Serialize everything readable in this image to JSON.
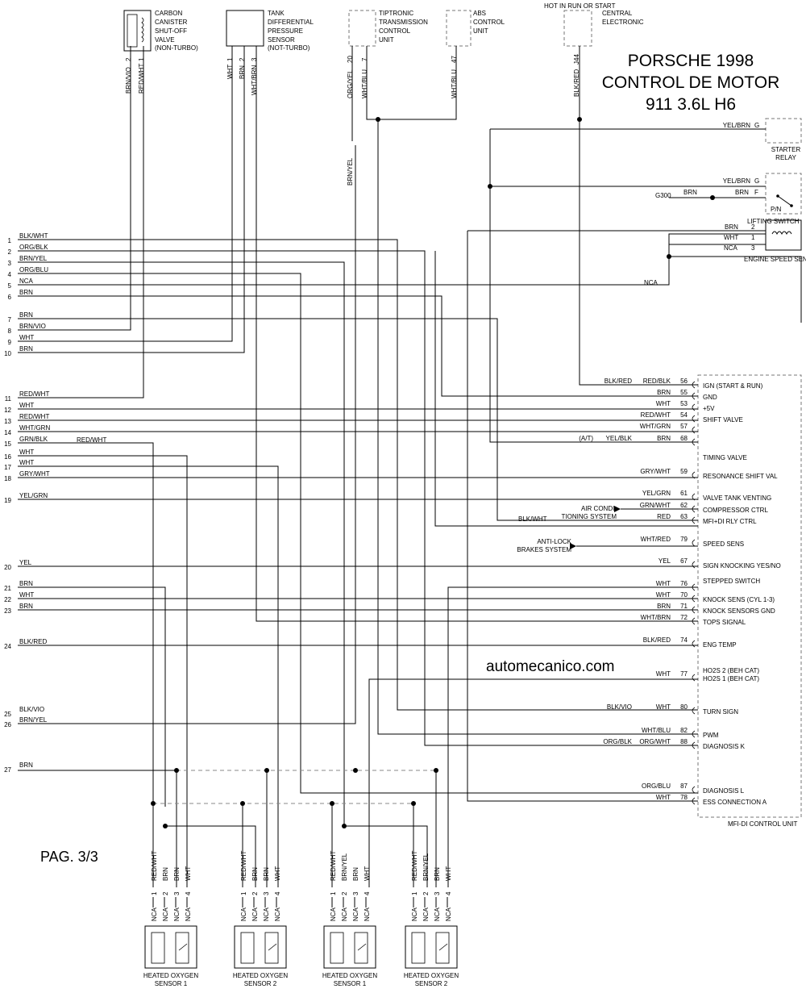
{
  "title": {
    "line1": "PORSCHE 1998",
    "line2": "CONTROL DE MOTOR",
    "line3": "911 3.6L H6"
  },
  "watermark": "automecanico.com",
  "page_label": "PAG. 3/3",
  "hot_in_run": "HOT IN RUN OR START",
  "top_components": [
    {
      "id": "carbon",
      "lines": [
        "CARBON",
        "CANISTER",
        "SHUT-OFF",
        "VALVE",
        "(NON-TURBO)"
      ],
      "pins": [
        "2",
        "1"
      ],
      "wires": [
        "BRN/VIO",
        "RED/WHT"
      ]
    },
    {
      "id": "tank",
      "lines": [
        "TANK",
        "DIFFERENTIAL",
        "PRESSURE",
        "SENSOR",
        "(NOT-TURBO)"
      ],
      "pins": [
        "1",
        "2",
        "3"
      ],
      "wires": [
        "WHT",
        "BRN",
        "WHT/BRN"
      ]
    },
    {
      "id": "tiptronic",
      "lines": [
        "TIPTRONIC",
        "TRANSMISSION",
        "CONTROL",
        "UNIT"
      ],
      "pins": [
        "20",
        "7"
      ],
      "wires": [
        "ORG/YEL",
        "WHT/BLU"
      ]
    },
    {
      "id": "abs",
      "lines": [
        "ABS",
        "CONTROL",
        "UNIT"
      ],
      "pins": [
        "47"
      ],
      "wires": [
        "WHT/BLU"
      ]
    },
    {
      "id": "central",
      "lines": [
        "CENTRAL",
        "ELECTRONIC"
      ],
      "pins": [
        "J44"
      ],
      "wires": [
        "BLK/RED"
      ]
    }
  ],
  "brn_yel_vertical": "BRN/YEL",
  "right_components": {
    "starter": {
      "wire": "YEL/BRN",
      "pin": "G",
      "name1": "STARTER",
      "name2": "RELAY"
    },
    "lifting": {
      "wire_g": "YEL/BRN",
      "pin_g": "G",
      "g300": "G300",
      "brn1": "BRN",
      "brn2": "BRN",
      "pin_f": "F",
      "pn": "P/N",
      "name": "LIFTING SWITCH"
    },
    "speed_sensor": {
      "nca_label": "NCA",
      "rows": [
        {
          "wire": "BRN",
          "pin": "2"
        },
        {
          "wire": "WHT",
          "pin": "1"
        },
        {
          "wire": "NCA",
          "pin": "3"
        }
      ],
      "name": "ENGINE SPEED SENSOR"
    }
  },
  "left_wires": [
    {
      "n": "1",
      "c": "BLK/WHT"
    },
    {
      "n": "2",
      "c": "ORG/BLK"
    },
    {
      "n": "3",
      "c": "BRN/YEL"
    },
    {
      "n": "4",
      "c": "ORG/BLU"
    },
    {
      "n": "5",
      "c": "NCA"
    },
    {
      "n": "6",
      "c": "BRN"
    },
    {
      "n": "7",
      "c": "BRN"
    },
    {
      "n": "8",
      "c": "BRN/VIO"
    },
    {
      "n": "9",
      "c": "WHT"
    },
    {
      "n": "10",
      "c": "BRN"
    },
    {
      "n": "11",
      "c": "RED/WHT"
    },
    {
      "n": "12",
      "c": "WHT"
    },
    {
      "n": "13",
      "c": "RED/WHT"
    },
    {
      "n": "14",
      "c": "WHT/GRN"
    },
    {
      "n": "15",
      "c": "GRN/BLK"
    },
    {
      "n": "16",
      "c": "WHT"
    },
    {
      "n": "17",
      "c": "WHT"
    },
    {
      "n": "18",
      "c": "GRY/WHT"
    },
    {
      "n": "19",
      "c": "YEL/GRN"
    },
    {
      "n": "20",
      "c": "YEL"
    },
    {
      "n": "21",
      "c": "BRN"
    },
    {
      "n": "22",
      "c": "WHT"
    },
    {
      "n": "23",
      "c": "BRN"
    },
    {
      "n": "24",
      "c": "BLK/RED"
    },
    {
      "n": "25",
      "c": "BLK/VIO"
    },
    {
      "n": "26",
      "c": "BRN/YEL"
    },
    {
      "n": "27",
      "c": "BRN"
    }
  ],
  "red_wht_15": "RED/WHT",
  "ecu_pins": [
    {
      "pin": "56",
      "color": "RED/BLK",
      "fn": "IGN (START & RUN)",
      "pre": "BLK/RED"
    },
    {
      "pin": "55",
      "color": "BRN",
      "fn": "GND"
    },
    {
      "pin": "53",
      "color": "WHT",
      "fn": "+5V"
    },
    {
      "pin": "54",
      "color": "RED/WHT",
      "fn": "SHIFT VALVE"
    },
    {
      "pin": "57",
      "color": "WHT/GRN",
      "fn": ""
    },
    {
      "pin": "68",
      "color": "BRN",
      "fn": "",
      "pre": "YEL/BLK",
      "pre2": "(A/T)"
    },
    {
      "pin": "",
      "color": "",
      "fn": "TIMING VALVE"
    },
    {
      "pin": "59",
      "color": "GRY/WHT",
      "fn": "RESONANCE SHIFT VAL"
    },
    {
      "pin": "61",
      "color": "YEL/GRN",
      "fn": "VALVE TANK VENTING"
    },
    {
      "pin": "62",
      "color": "GRN/WHT",
      "fn": "COMPRESSOR CTRL"
    },
    {
      "pin": "63",
      "color": "RED",
      "fn": "MFI+DI RLY CTRL"
    },
    {
      "pin": "79",
      "color": "WHT/RED",
      "fn": "SPEED SENS"
    },
    {
      "pin": "67",
      "color": "YEL",
      "fn": "SIGN KNOCKING YES/NO"
    },
    {
      "pin": "",
      "color": "",
      "fn": "STEPPED SWITCH"
    },
    {
      "pin": "76",
      "color": "WHT",
      "fn": ""
    },
    {
      "pin": "70",
      "color": "WHT",
      "fn": "KNOCK SENS (CYL 1-3)"
    },
    {
      "pin": "71",
      "color": "BRN",
      "fn": "KNOCK SENSORS GND"
    },
    {
      "pin": "72",
      "color": "WHT/BRN",
      "fn": "TOPS SIGNAL"
    },
    {
      "pin": "74",
      "color": "BLK/RED",
      "fn": "ENG TEMP"
    },
    {
      "pin": "",
      "color": "",
      "fn": "HO2S 2 (BEH CAT)"
    },
    {
      "pin": "77",
      "color": "WHT",
      "fn": "HO2S 1 (BEH CAT)"
    },
    {
      "pin": "80",
      "color": "WHT",
      "fn": "TURN SIGN",
      "pre": "BLK/VIO"
    },
    {
      "pin": "82",
      "color": "WHT/BLU",
      "fn": "PWM"
    },
    {
      "pin": "88",
      "color": "ORG/WHT",
      "fn": "DIAGNOSIS K",
      "pre": "ORG/BLK"
    },
    {
      "pin": "87",
      "color": "ORG/BLU",
      "fn": "DIAGNOSIS L"
    },
    {
      "pin": "78",
      "color": "WHT",
      "fn": "ESS CONNECTION A"
    }
  ],
  "ecu_name": "MFI-DI CONTROL UNIT",
  "ac_system": [
    "AIR CONDI-",
    "TIONING SYSTEM"
  ],
  "blk_wht_63": "BLK/WHT",
  "abs_system": [
    "ANTI-LOCK",
    "BRAKES SYSTEM"
  ],
  "sensors": [
    {
      "name1": "HEATED OXYGEN",
      "name2": "SENSOR 1",
      "pins": [
        "1",
        "2",
        "3",
        "4"
      ],
      "colors": [
        "RED/WHT",
        "BRN",
        "BRN",
        "WHT"
      ],
      "nca": [
        "NCA",
        "NCA",
        "NCA",
        "NCA"
      ]
    },
    {
      "name1": "HEATED OXYGEN",
      "name2": "SENSOR 2",
      "pins": [
        "1",
        "2",
        "3",
        "4"
      ],
      "colors": [
        "RED/WHT",
        "BRN",
        "BRN",
        "WHT"
      ],
      "nca": [
        "NCA",
        "NCA",
        "NCA",
        "NCA"
      ]
    },
    {
      "name1": "HEATED OXYGEN",
      "name2": "SENSOR 1",
      "pins": [
        "1",
        "2",
        "3",
        "4"
      ],
      "colors": [
        "RED/WHT",
        "BRN/YEL",
        "BRN",
        "WHT"
      ],
      "nca": [
        "NCA",
        "NCA",
        "NCA",
        "NCA"
      ]
    },
    {
      "name1": "HEATED OXYGEN",
      "name2": "SENSOR 2",
      "pins": [
        "1",
        "2",
        "3",
        "4"
      ],
      "colors": [
        "RED/WHT",
        "BRN/YEL",
        "BRN",
        "WHT"
      ],
      "nca": [
        "NCA",
        "NCA",
        "NCA",
        "NCA"
      ]
    }
  ]
}
